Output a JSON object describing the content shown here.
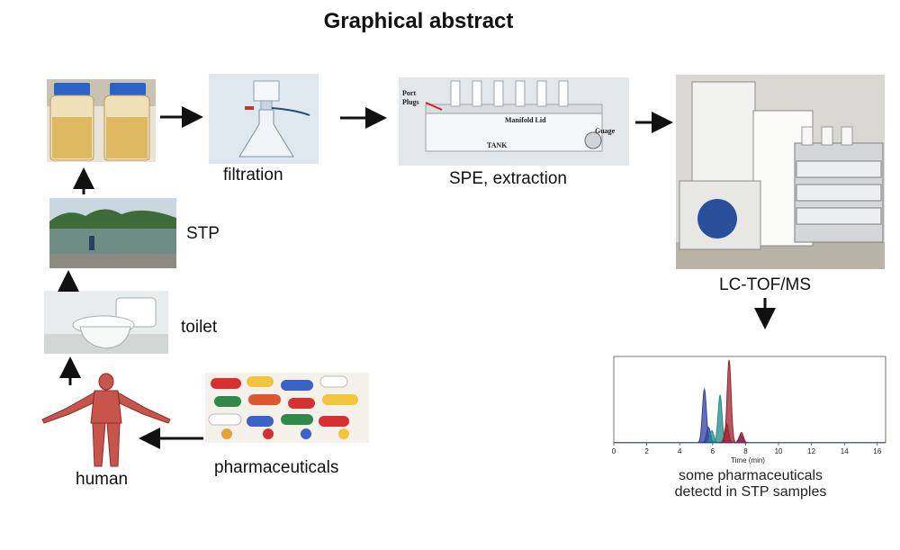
{
  "title": "Graphical abstract",
  "nodes": {
    "samples": {
      "image": "sample-bottles"
    },
    "filtration": {
      "label": "filtration",
      "image": "filtration-apparatus"
    },
    "spe": {
      "label": "SPE, extraction",
      "image": "spe-manifold"
    },
    "lcms": {
      "label": "LC-TOF/MS",
      "image": "lc-tof-ms-instrument"
    },
    "stp": {
      "label": "STP",
      "image": "sewage-treatment-plant"
    },
    "toilet": {
      "label": "toilet",
      "image": "toilet"
    },
    "human": {
      "label": "human",
      "image": "human-anatomy"
    },
    "pharmaceuticals": {
      "label": "pharmaceuticals",
      "image": "pills-capsules"
    },
    "chromatogram": {
      "caption_line1": "some pharmaceuticals",
      "caption_line2": "detectd in STP samples",
      "xlabel": "Time (min)",
      "xticks": [
        "0",
        "2",
        "4",
        "6",
        "8",
        "10",
        "12",
        "14",
        "16"
      ]
    }
  },
  "spe_photo_text": {
    "a": "Port",
    "b": "Plugs",
    "c": "Manifold Lid",
    "d": "TANK",
    "e": "Guage"
  },
  "flow": [
    "human",
    "toilet",
    "STP",
    "samples",
    "filtration",
    "SPE, extraction",
    "LC-TOF/MS",
    "chromatogram"
  ],
  "colors": {
    "peak_blue": "#2f3fa0",
    "peak_teal": "#1f8b8b",
    "peak_red": "#a0202a",
    "arrow": "#111111"
  },
  "chart_data": {
    "type": "line",
    "title": "",
    "xlabel": "Time (min)",
    "ylabel": "",
    "xlim": [
      0,
      16.5
    ],
    "x_ticks": [
      0,
      2,
      4,
      6,
      8,
      10,
      12,
      14,
      16
    ],
    "series": [
      {
        "color": "#2f3fa0",
        "peaks": [
          {
            "t": 5.5,
            "h": 0.62
          },
          {
            "t": 5.75,
            "h": 0.18
          },
          {
            "t": 7.7,
            "h": 0.09
          }
        ]
      },
      {
        "color": "#1f8b8b",
        "peaks": [
          {
            "t": 6.45,
            "h": 0.55
          },
          {
            "t": 5.95,
            "h": 0.14
          }
        ]
      },
      {
        "color": "#a0202a",
        "peaks": [
          {
            "t": 7.0,
            "h": 0.96
          },
          {
            "t": 6.85,
            "h": 0.22
          },
          {
            "t": 7.75,
            "h": 0.12
          }
        ]
      }
    ]
  }
}
